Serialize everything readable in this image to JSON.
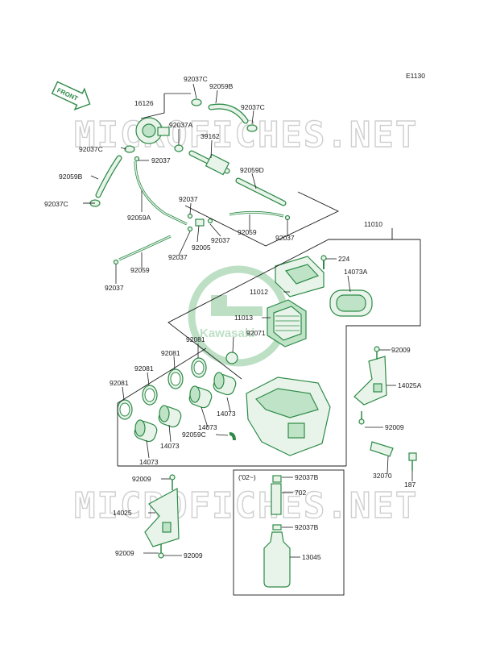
{
  "figure_code": "E1130",
  "front_arrow": "FRONT",
  "watermark": "MICROFICHES.NET",
  "brand_logo": "Kawasaki",
  "inset_label": "('02~)",
  "parts": {
    "p16126": "16126",
    "p92037c_top": "92037C",
    "p92059b_top": "92059B",
    "p92037c_right": "92037C",
    "p92037a": "92037A",
    "p39162": "39162",
    "p92037c_left": "92037C",
    "p92037_a": "92037",
    "p92059b_left": "92059B",
    "p92037c_lower": "92037C",
    "p92059d": "92059D",
    "p92059a": "92059A",
    "p92037_b": "92037",
    "p92037_c": "92037",
    "p92059_mid": "92059",
    "p92037_d": "92037",
    "p92005": "92005",
    "p92037_e": "92037",
    "p92059_low": "92059",
    "p92037_f": "92037",
    "p11010": "11010",
    "p224": "224",
    "p11012": "11012",
    "p14073a": "14073A",
    "p11013": "11013",
    "p92071": "92071",
    "p92081_a": "92081",
    "p92081_b": "92081",
    "p92081_c": "92081",
    "p92081_d": "92081",
    "p92009_a": "92009",
    "p14025a": "14025A",
    "p92009_b": "92009",
    "p14073_a": "14073",
    "p14073_b": "14073",
    "p92059c": "92059C",
    "p14073_c": "14073",
    "p14073_d": "14073",
    "p32070": "32070",
    "p187": "187",
    "p92009_c": "92009",
    "p92037b_a": "92037B",
    "p702": "702",
    "p14025": "14025",
    "p92037b_b": "92037B",
    "p92009_d": "92009",
    "p92009_e": "92009",
    "p13045": "13045"
  }
}
